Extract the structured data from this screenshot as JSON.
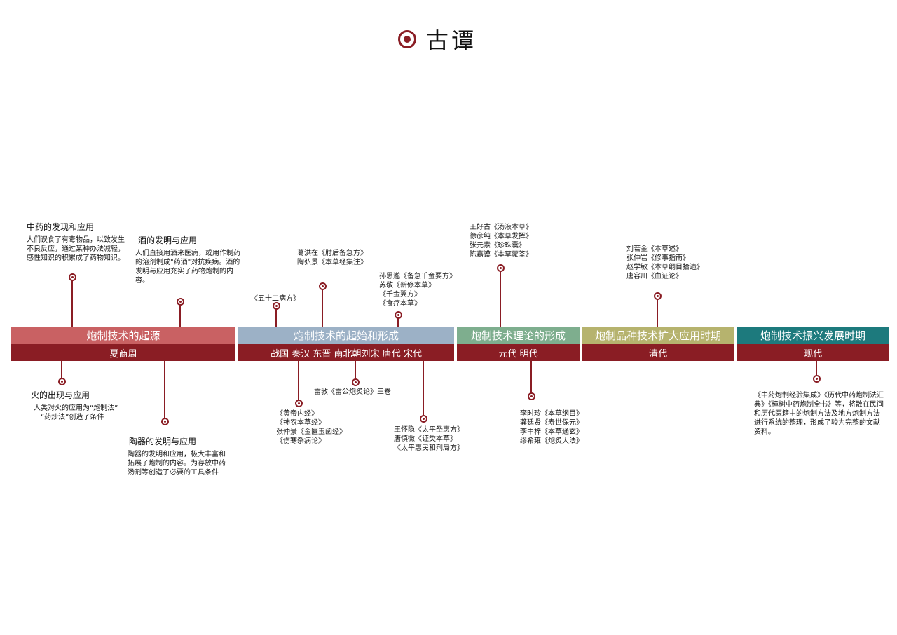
{
  "title": "古谭",
  "stages": [
    {
      "name": "炮制技术的起源",
      "period": "夏商周"
    },
    {
      "name": "炮制技术的起始和形成",
      "period": "战国 秦汉 东晋 南北朝刘宋 唐代 宋代"
    },
    {
      "name": "炮制技术理论的形成",
      "period": "元代    明代"
    },
    {
      "name": "炮制品种技术扩大应用时期",
      "period": "清代"
    },
    {
      "name": "炮制技术振兴发展时期",
      "period": "现代"
    }
  ],
  "notes": {
    "origin_medicine": {
      "heading": "中药的发现和应用",
      "text": "人们误食了有毒物品，以致发生不良反应，通过某种办法减轻，感性知识的积累成了药物知识。"
    },
    "wine": {
      "heading": "酒的发明与应用",
      "text": "人们直接用酒来医病，或用作制药的溶剂制成\"药酒\"对抗疾病。酒的发明与应用充实了药物炮制的内容。"
    },
    "fire": {
      "heading": "火的出现与应用",
      "lines": [
        "人类对火的应用为“炮制法”",
        "“药炒法”创造了条件"
      ]
    },
    "pottery": {
      "heading": "陶器的发明与应用",
      "text": "陶器的发明和应用，极大丰富和拓展了炮制的内容。为存放中药汤剂等创造了必要的工具条件"
    },
    "wushier": {
      "lines": [
        "《五十二病方》"
      ]
    },
    "gehong": {
      "lines": [
        "葛洪在《肘后备急方》",
        "陶弘景《本草经集注》"
      ]
    },
    "sunsimiao": {
      "lines": [
        "孙思邈《备急千金要方》",
        "苏敬《新修本草》",
        "《千金翼方》",
        "《食疗本草》"
      ]
    },
    "huangdi": {
      "lines": [
        "《黄帝内经》",
        "《神农本草经》",
        "张仲景《金匮玉函经》",
        "《伤寒杂病论》"
      ]
    },
    "leigong": {
      "lines": [
        "雷敩《雷公炮炙论》三卷"
      ]
    },
    "taiping": {
      "lines": [
        "王怀隐《太平圣惠方》",
        "唐慎微《证类本草》",
        "《太平惠民和剂局方》"
      ]
    },
    "yuan": {
      "lines": [
        "王好古《汤液本草》",
        "徐彦纯《本草发挥》",
        "张元素《珍珠囊》",
        "陈嘉谟《本草蒙筌》"
      ]
    },
    "ming": {
      "lines": [
        "李时珍《本草纲目》",
        "龚廷贤《寿世保元》",
        "李中梓《本草通玄》",
        "缪希雍《炮炙大法》"
      ]
    },
    "qing": {
      "lines": [
        "刘若金《本草述》",
        "张仲岩《修事指南》",
        "赵学敏《本草纲目拾遗》",
        "唐容川《血证论》"
      ]
    },
    "modern": {
      "text": "《中药炮制经验集成》《历代中药炮制法汇典》《樟树中药炮制全书》等，将散在民间和历代医籍中的炮制方法及地方炮制方法进行系统的整理，形成了较为完整的文献资料。"
    }
  },
  "colors": {
    "accent": "#8a1d24",
    "stage1": "#c96163",
    "stage2": "#9cb1c6",
    "stage3": "#7eae8e",
    "stage4": "#b6b36e",
    "stage5": "#1d7a7d"
  }
}
